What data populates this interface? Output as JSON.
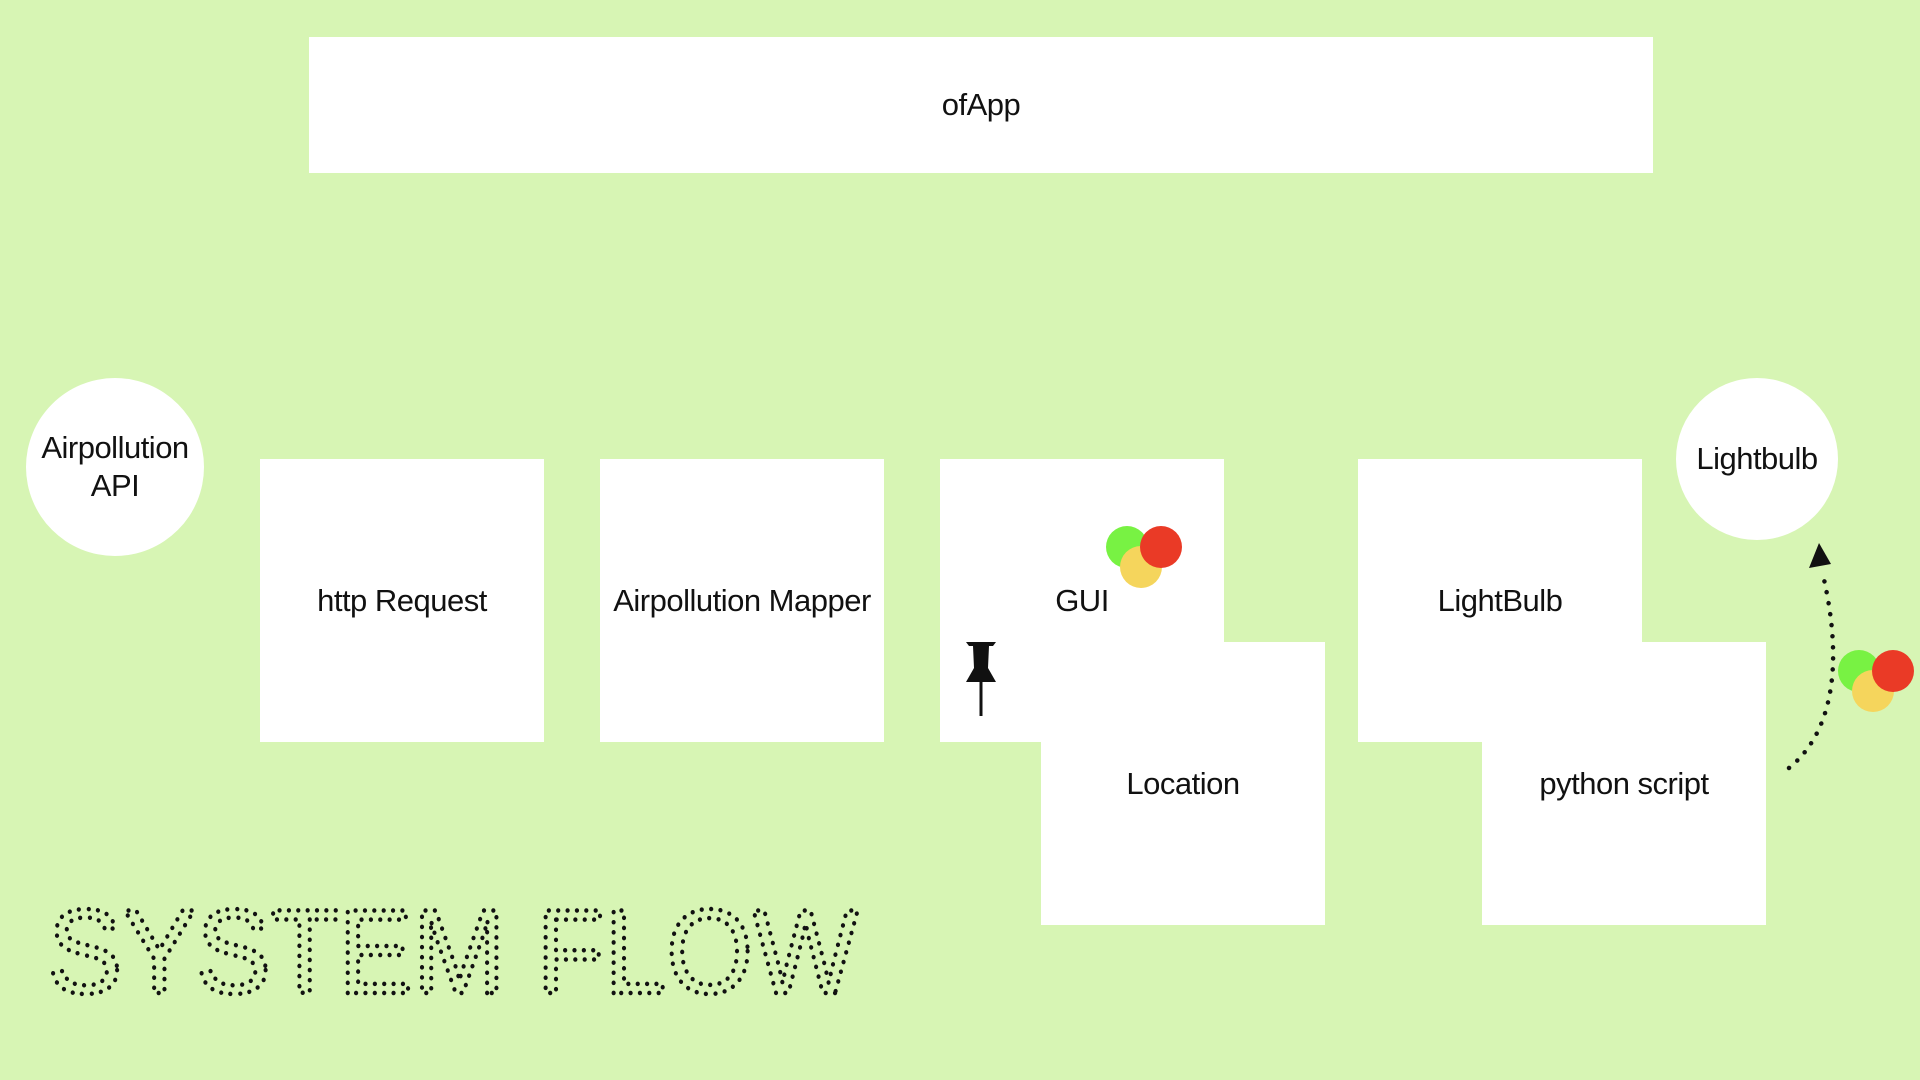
{
  "diagram": {
    "top_box": {
      "label": "ofApp"
    },
    "api_circle": {
      "line1": "Airpollution",
      "line2": "API"
    },
    "http_box": {
      "label": "http Request"
    },
    "mapper_box": {
      "label": "Airpollution Mapper"
    },
    "gui_box": {
      "label": "GUI"
    },
    "location_box": {
      "label": "Location"
    },
    "lightbulb_box": {
      "label": "LightBulb"
    },
    "python_box": {
      "label": "python script"
    },
    "lightbulb_circle": {
      "label": "Lightbulb"
    },
    "title": "SYSTEM FLOW"
  },
  "icons": {
    "pin": "pushpin-icon",
    "traffic_light": "traffic-light-dots-icon",
    "arrow": "dotted-curved-arrow-icon"
  },
  "colors": {
    "background": "#d7f5b4",
    "box": "#ffffff",
    "green": "#78f243",
    "yellow": "#f5d55c",
    "red": "#ea3a26"
  }
}
